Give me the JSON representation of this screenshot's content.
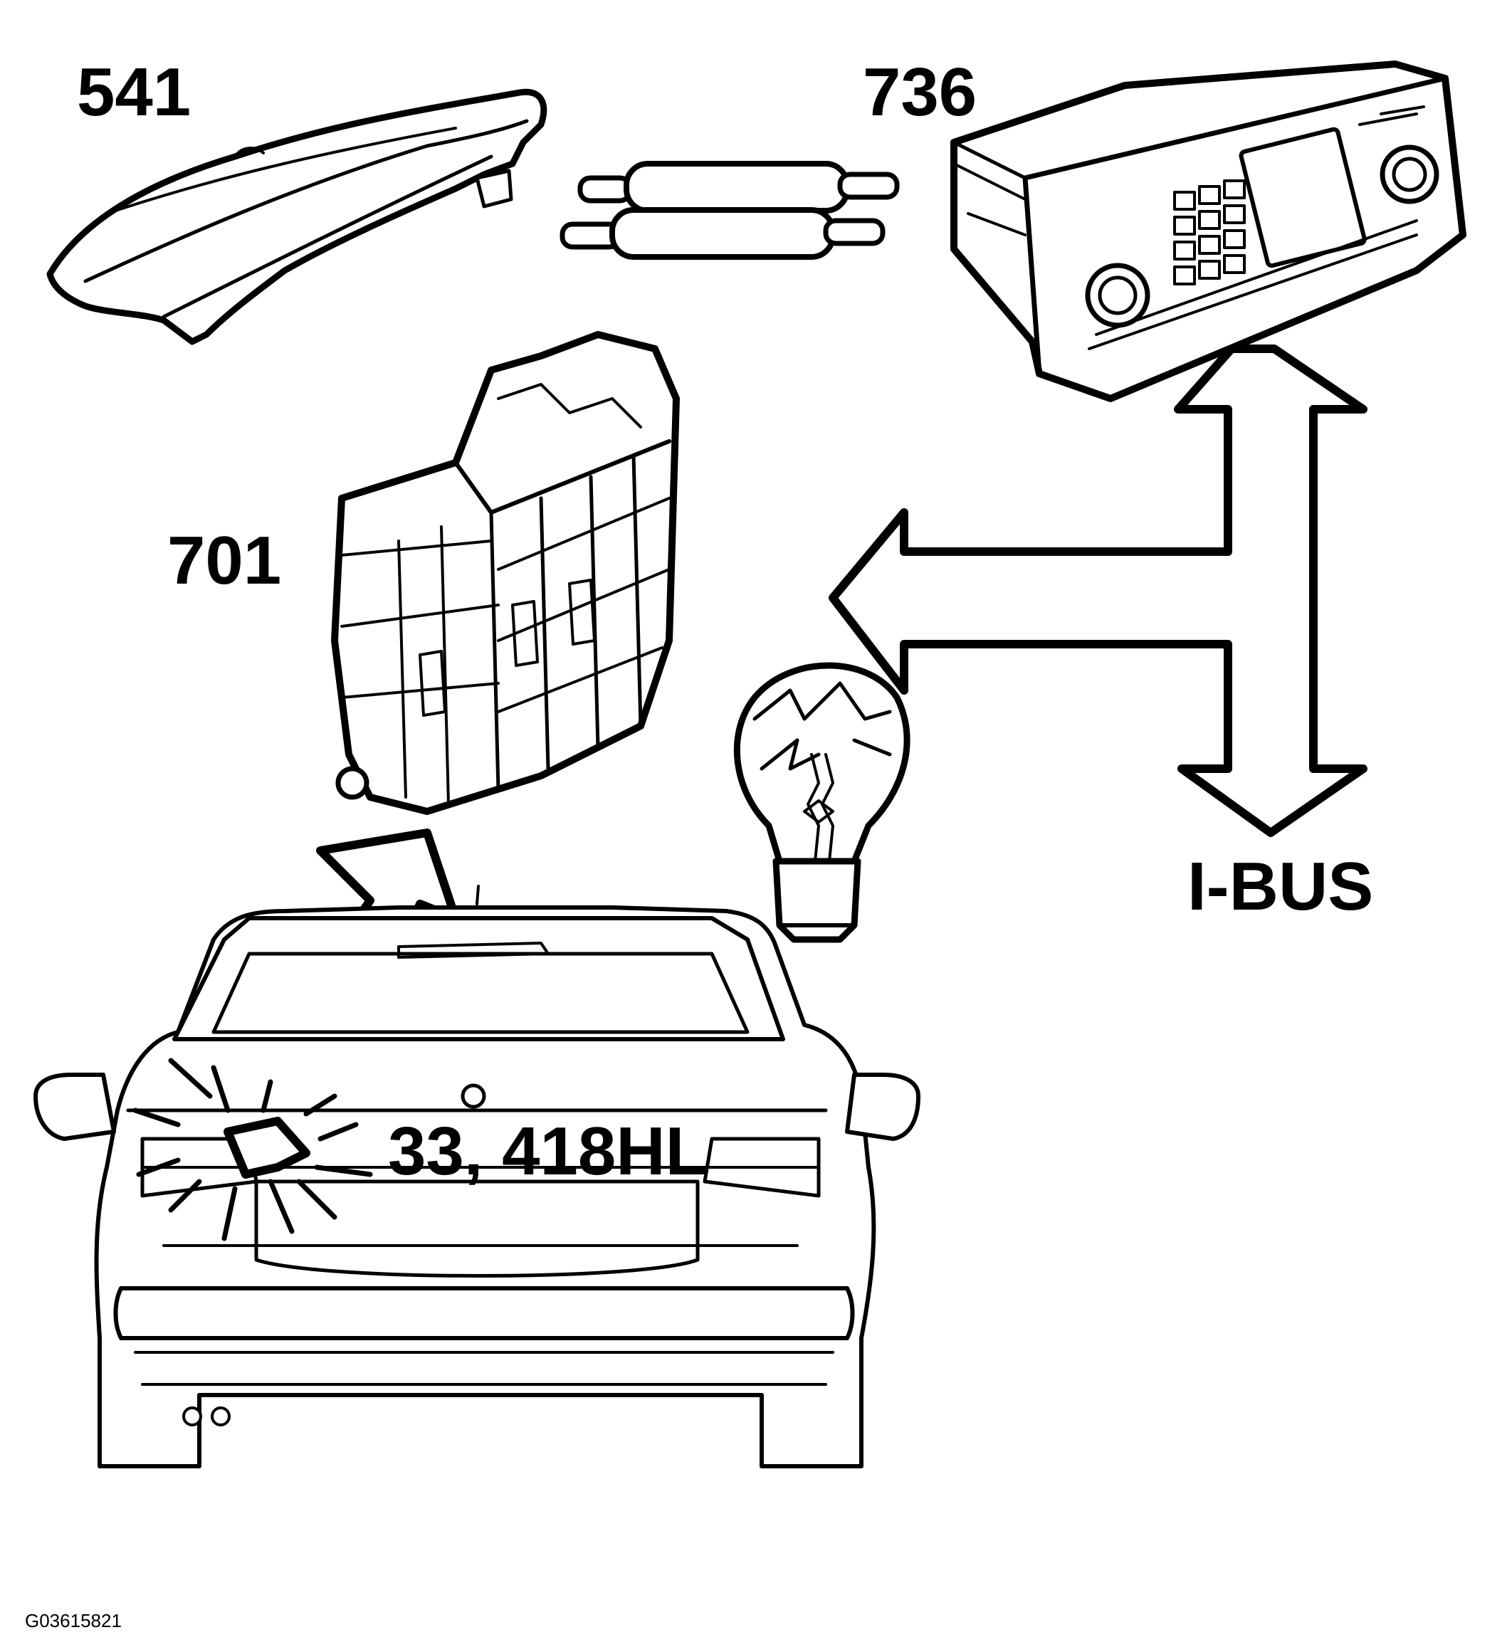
{
  "labels": {
    "rear_window_module": "541",
    "radio_unit": "736",
    "fuse_box_module": "701",
    "bus_name": "I-BUS",
    "lamp_refs": "33, 418HL",
    "figure_code": "G03615821"
  }
}
